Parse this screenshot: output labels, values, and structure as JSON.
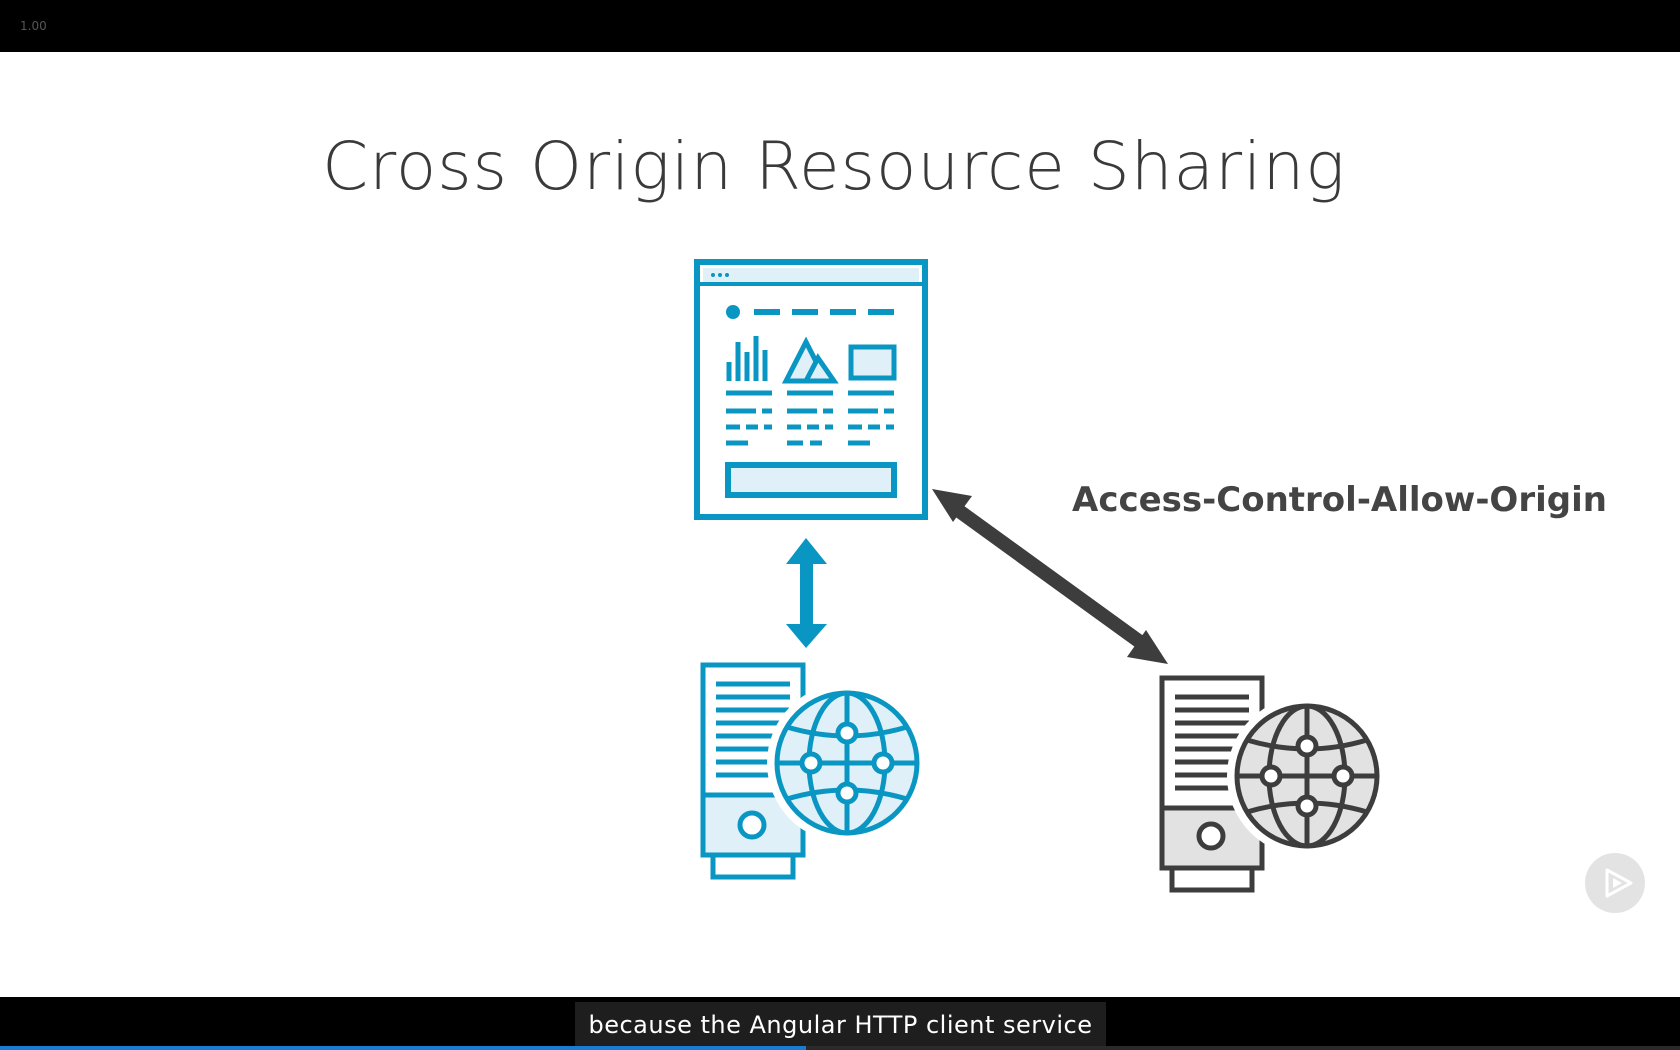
{
  "player": {
    "playback_speed": "1.00",
    "progress_fraction": 0.48
  },
  "slide": {
    "title": "Cross Origin Resource Sharing",
    "header_label": "Access-Control-Allow-Origin",
    "icons": [
      "browser-window-icon",
      "server-globe-icon",
      "server-globe-icon"
    ]
  },
  "caption": {
    "text": "because the Angular HTTP client service"
  },
  "colors": {
    "accent_blue": "#0a96c2",
    "light_blue_fill": "#dff0f8",
    "dark_gray": "#3d3d3d",
    "light_gray_fill": "#e2e2e2",
    "progress_blue": "#1a7cd0"
  }
}
